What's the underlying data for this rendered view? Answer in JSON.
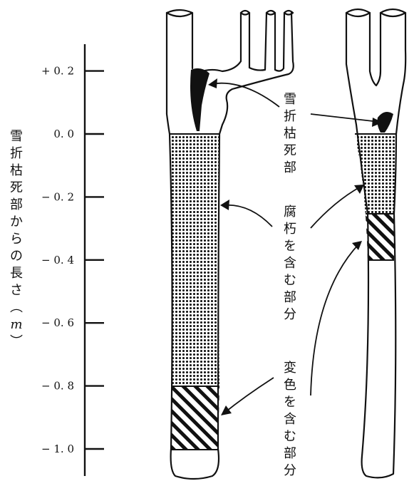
{
  "axis": {
    "title": "雪折枯死部からの長さ（m）",
    "ticks": [
      {
        "value": 0.2,
        "label": "+ 0. 2"
      },
      {
        "value": 0.0,
        "label": "0. 0"
      },
      {
        "value": -0.2,
        "label": "− 0. 2"
      },
      {
        "value": -0.4,
        "label": "− 0. 4"
      },
      {
        "value": -0.6,
        "label": "− 0. 6"
      },
      {
        "value": -0.8,
        "label": "− 0. 8"
      },
      {
        "value": -1.0,
        "label": "− 1. 0"
      }
    ]
  },
  "labels": {
    "dieback": "雪折枯死部",
    "decay": "腐朽を含む部分",
    "discoloration": "変色を含む部分"
  },
  "specimens": [
    {
      "name": "left-stem",
      "decay_range": [
        0.0,
        -0.8
      ],
      "discoloration_range": [
        -0.8,
        -1.0
      ]
    },
    {
      "name": "right-stem",
      "decay_range": [
        0.0,
        -0.25
      ],
      "discoloration_range": [
        -0.25,
        -0.4
      ]
    }
  ]
}
